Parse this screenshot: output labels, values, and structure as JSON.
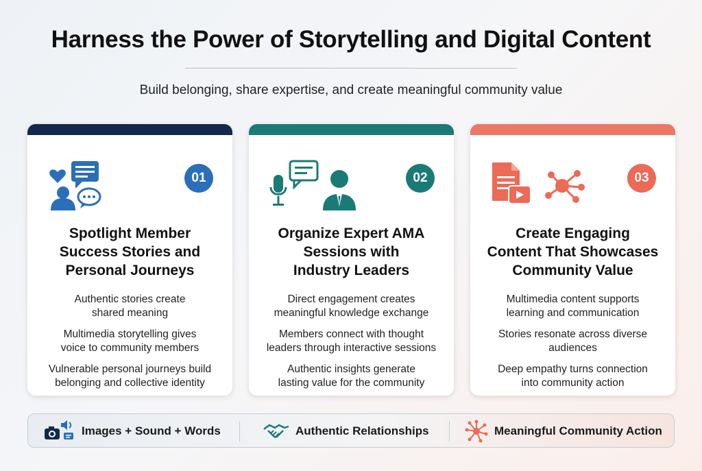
{
  "header": {
    "title": "Harness the Power of Storytelling and Digital Content",
    "subtitle": "Build belonging, share expertise, and create meaningful community value"
  },
  "cards": [
    {
      "number": "01",
      "title_lines": [
        "Spotlight Member",
        "Success Stories and",
        "Personal Journeys"
      ],
      "points": [
        [
          "Authentic stories create",
          "shared meaning"
        ],
        [
          "Multimedia storytelling gives",
          "voice to community members"
        ],
        [
          "Vulnerable personal journeys build",
          "belonging and collective identity"
        ]
      ],
      "icons": [
        "heart-icon",
        "chat-bubble-icon",
        "person-icon",
        "speech-dots-icon"
      ]
    },
    {
      "number": "02",
      "title_lines": [
        "Organize Expert AMA",
        "Sessions with",
        "Industry Leaders"
      ],
      "points": [
        [
          "Direct engagement creates",
          "meaningful knowledge exchange"
        ],
        [
          "Members connect with thought",
          "leaders through interactive sessions"
        ],
        [
          "Authentic insights generate",
          "lasting value for the community"
        ]
      ],
      "icons": [
        "microphone-icon",
        "chat-bubble-icon",
        "business-person-icon"
      ]
    },
    {
      "number": "03",
      "title_lines": [
        "Create Engaging",
        "Content That Showcases",
        "Community Value"
      ],
      "points": [
        [
          "Multimedia content supports",
          "learning and communication"
        ],
        [
          "Stories resonate across diverse",
          "audiences"
        ],
        [
          "Deep empathy turns connection",
          "into community action"
        ]
      ],
      "icons": [
        "document-icon",
        "video-play-icon",
        "network-hub-icon"
      ]
    }
  ],
  "footer": {
    "items": [
      {
        "label": "Images + Sound + Words",
        "icon": "camera-sound-icon"
      },
      {
        "label": "Authentic Relationships",
        "icon": "handshake-icon"
      },
      {
        "label": "Meaningful Community Action",
        "icon": "network-burst-icon"
      }
    ]
  },
  "colors": {
    "navy": "#13294b",
    "blue": "#2a6fb8",
    "teal": "#1a7a76",
    "coral": "#ec6a56"
  }
}
